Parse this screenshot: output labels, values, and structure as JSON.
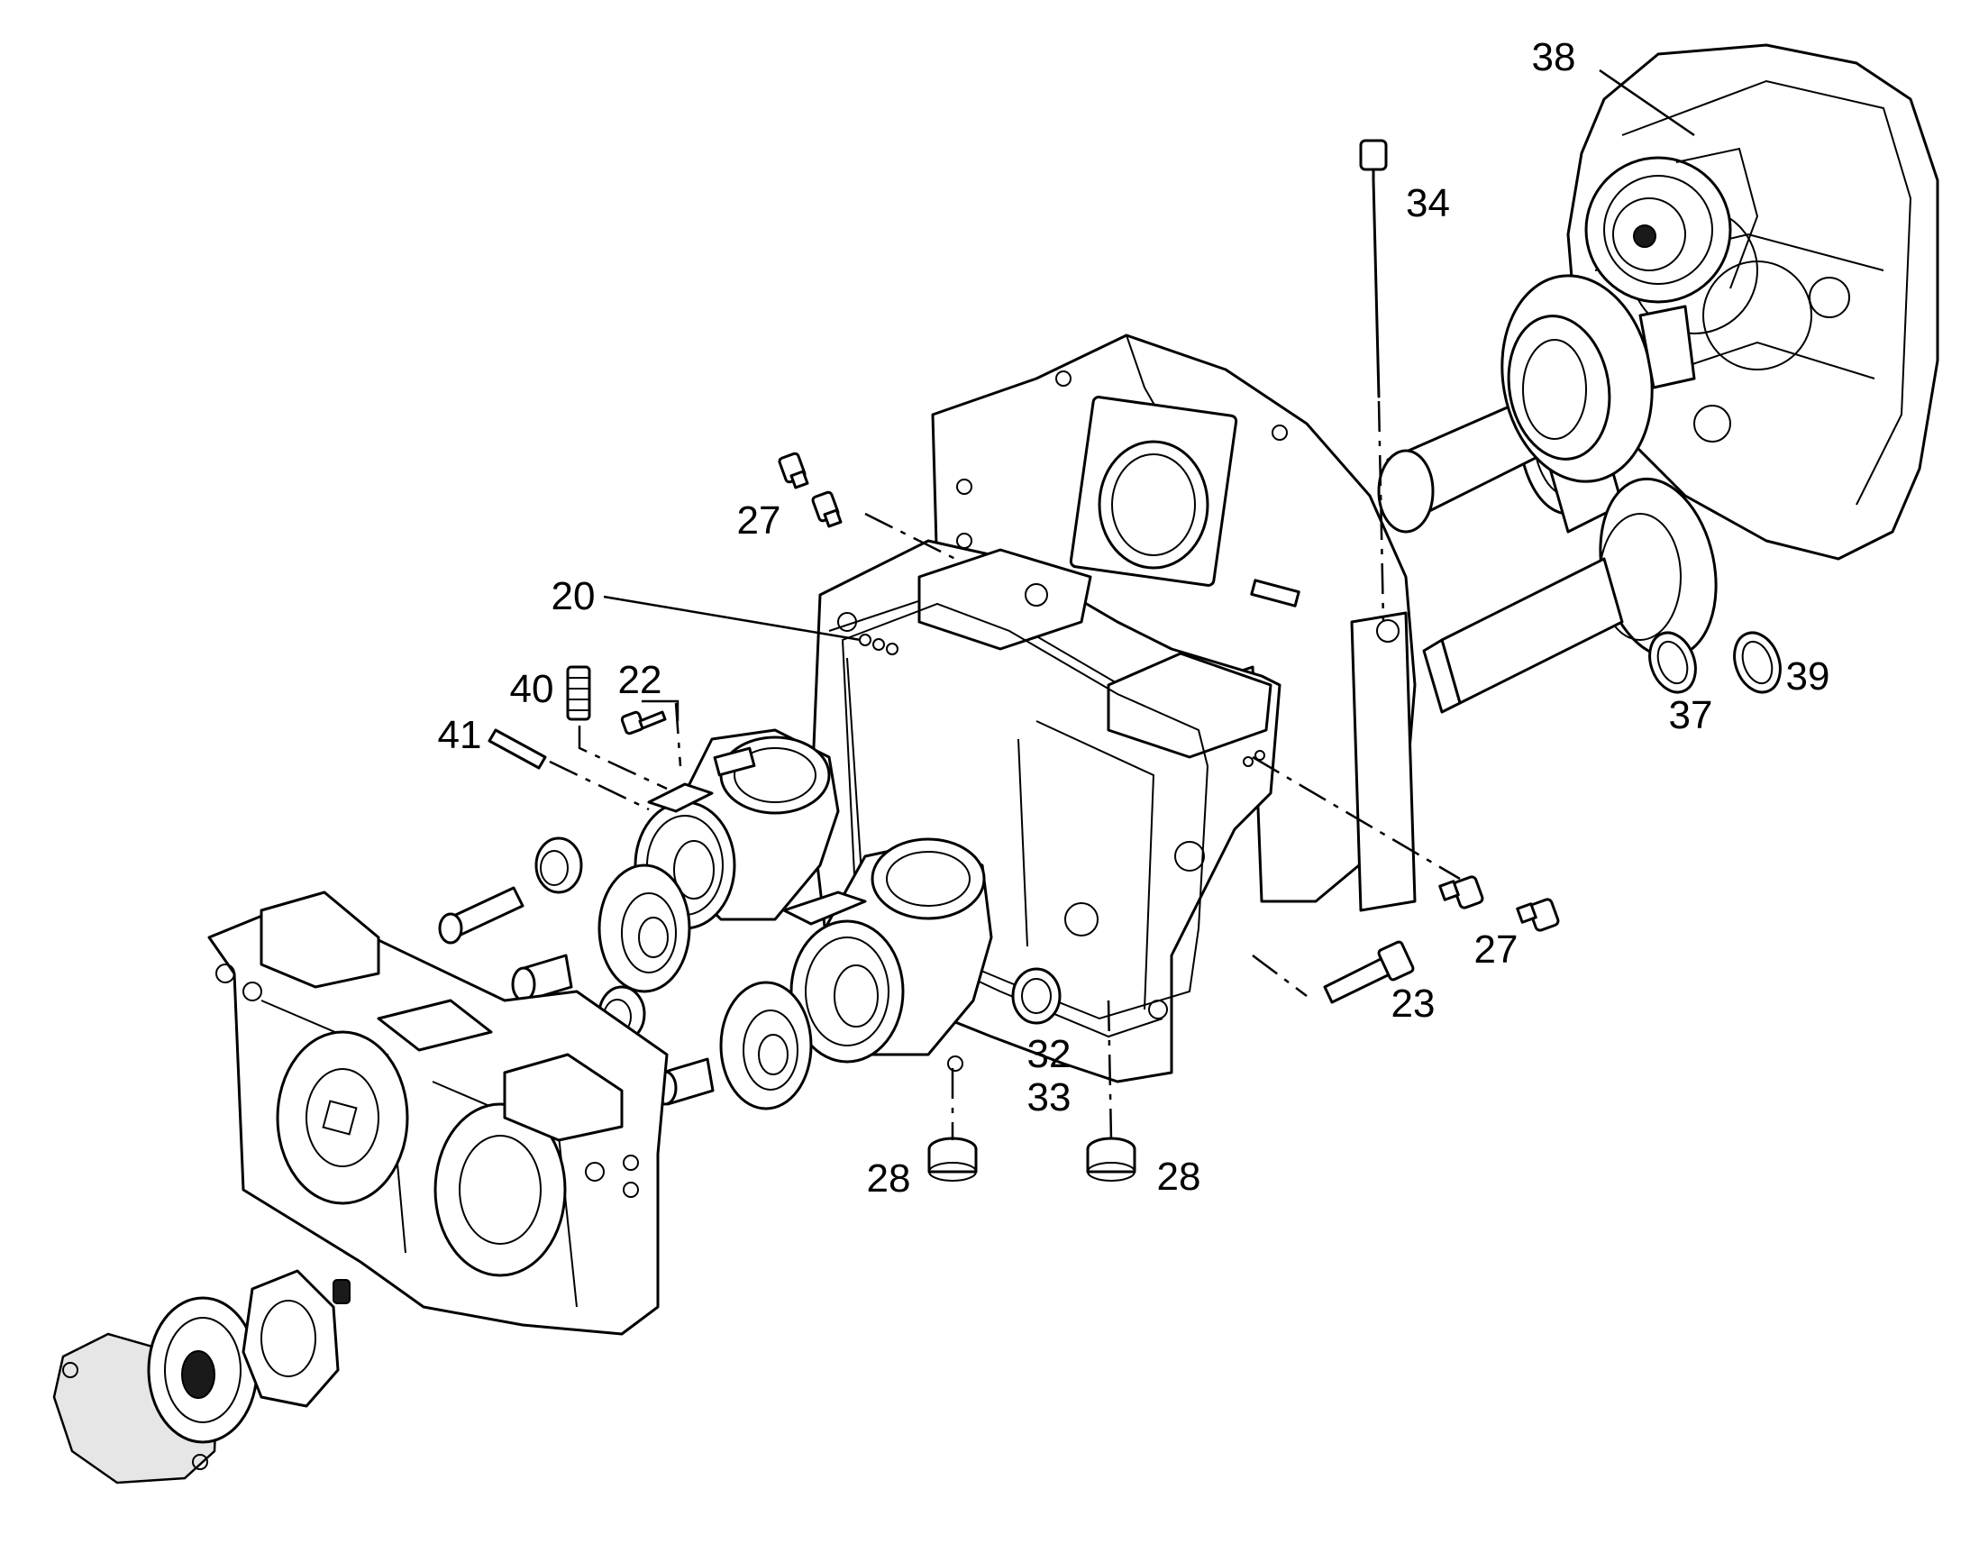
{
  "callouts": {
    "c20": "20",
    "c22": "22",
    "c23": "23",
    "c27a": "27",
    "c27b": "27",
    "c28a": "28",
    "c28b": "28",
    "c32": "32",
    "c33": "33",
    "c34": "34",
    "c37": "37",
    "c38": "38",
    "c39": "39",
    "c40": "40",
    "c41": "41"
  },
  "colors": {
    "line": "#000000",
    "background": "#ffffff",
    "shade": "#e6e6e6"
  }
}
